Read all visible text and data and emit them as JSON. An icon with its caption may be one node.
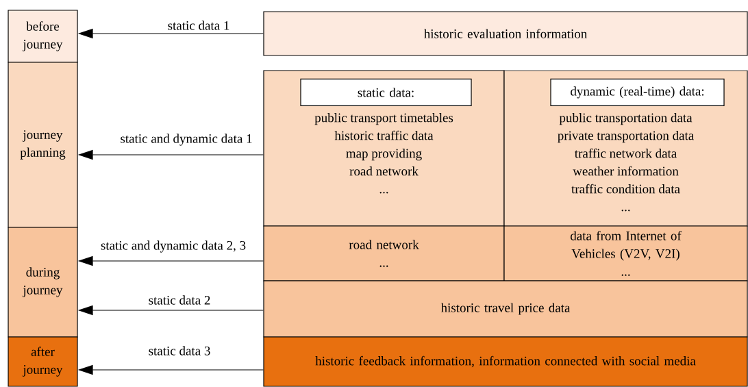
{
  "diagram": {
    "nodes": [
      {
        "text": [
          "before journey"
        ]
      },
      {
        "text": [
          "journey planning"
        ]
      },
      {
        "text": [
          "during journey"
        ]
      },
      {
        "text": [
          "after journey"
        ]
      },
      {
        "text": [
          "historic evaluation information"
        ]
      },
      {
        "text": [
          "public transport timetables",
          "historic traffic data",
          "map providing",
          "road network",
          "..."
        ]
      },
      {
        "text": [
          "static data:"
        ],
        "in": 5
      },
      {
        "text": [
          "public transportation data",
          "private transportation data",
          "traffic network data",
          "weather information",
          "traffic condition data",
          "..."
        ]
      },
      {
        "text": [
          "dynamic (real-time) data:"
        ],
        "in": 7
      },
      {
        "text": [
          "road network",
          "..."
        ]
      },
      {
        "text": [
          "data from Internet of Vehicles (V2V, V2I)",
          "..."
        ]
      },
      {
        "text": [
          "historic travel price data"
        ]
      },
      {
        "text": [
          "historic feedback information, information connected with social media"
        ]
      }
    ],
    "edges": [
      {
        "from": 4,
        "to": 0,
        "arrow": "to",
        "label": "static data 1"
      },
      {
        "from": 5,
        "to": 1,
        "arrow": "to",
        "label": "static and dynamic data 1"
      },
      {
        "from": 9,
        "to": 2,
        "arrow": "to",
        "label": "static and dynamic data 2, 3"
      },
      {
        "from": 11,
        "to": 2,
        "arrow": "to",
        "label": "static data 2"
      },
      {
        "from": 12,
        "to": 3,
        "arrow": "to",
        "label": "static data 3"
      }
    ]
  }
}
